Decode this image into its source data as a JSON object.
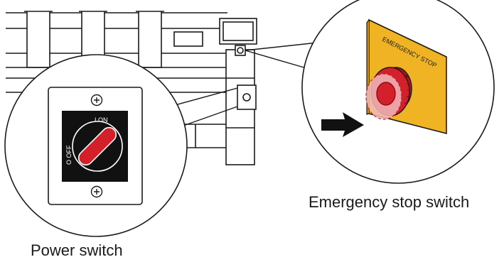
{
  "labels": {
    "emergency_stop_caption": "Emergency stop switch",
    "power_switch_caption": "Power switch",
    "estop_plate_text": "EMERGENCY STOP",
    "power_on_label": "I  ON",
    "power_off_label": "O  OFF"
  },
  "colors": {
    "plate_yellow": "#f0b323",
    "button_red": "#d4202a",
    "knob_red": "#d4202a",
    "switch_black": "#111111",
    "outline": "#1a1a1a"
  },
  "icons": [
    "push-arrow-icon",
    "screw-icon"
  ]
}
